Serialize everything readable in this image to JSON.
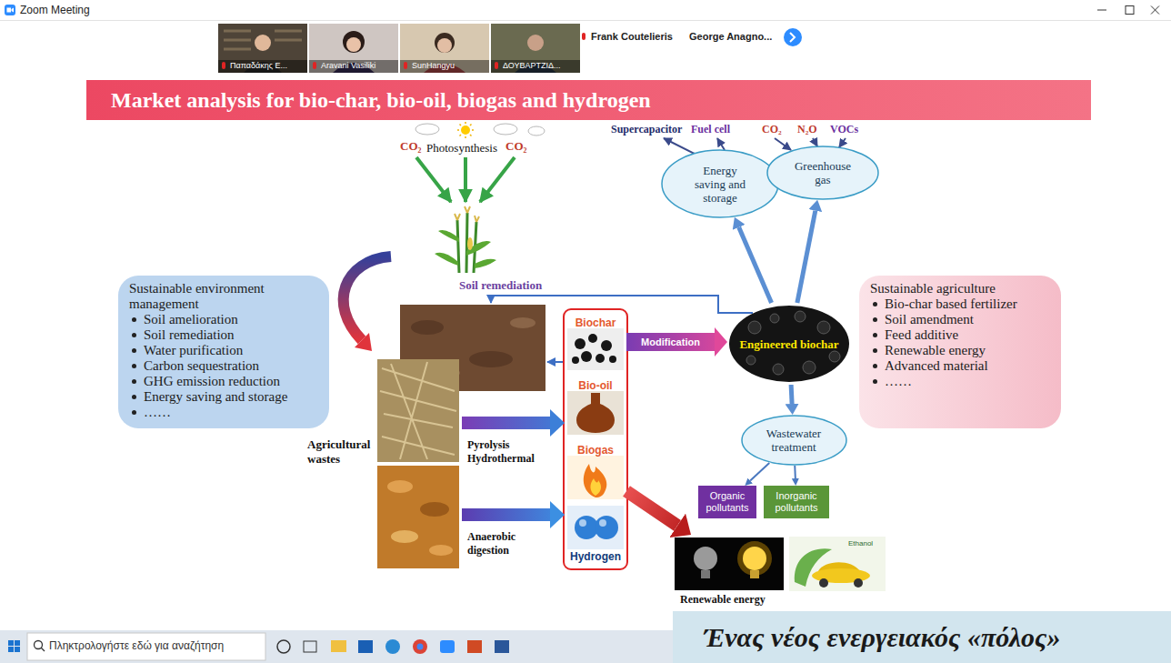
{
  "diagram": {
    "title": "Market analysis for bio-char, bio-oil, biogas and hydrogen",
    "nodes": [
      {
        "text": [
          "Energy saving and storage"
        ]
      },
      {
        "text": [
          "Greenhouse gas"
        ]
      },
      {
        "text": [
          "Sustainable environment management",
          "Soil amelioration",
          "Soil remediation",
          "Water purification",
          "Carbon sequestration",
          "GHG emission reduction",
          "Energy saving and storage",
          "……"
        ]
      },
      {
        "text": [
          "Biochar"
        ]
      },
      {
        "text": [
          "Bio-oil"
        ]
      },
      {
        "text": [
          "Biogas"
        ]
      },
      {
        "text": [
          "Hydrogen"
        ]
      },
      {
        "text": [
          "Engineered biochar"
        ]
      },
      {
        "text": [
          "Sustainable agriculture",
          "Bio-char based fertilizer",
          "Soil amendment",
          "Feed additive",
          "Renewable energy",
          "Advanced material",
          "……"
        ]
      },
      {
        "text": [
          "Wastewater treatment"
        ]
      },
      {
        "text": [
          "Organic pollutants"
        ]
      },
      {
        "text": [
          "Inorganic pollutants"
        ]
      },
      {
        "text": [
          "Agricultural wastes"
        ]
      },
      {
        "text": [
          "Renewable energy"
        ]
      },
      {
        "text": [
          "Ένας νέος ενεργειακός «πόλος»"
        ]
      }
    ],
    "edges": [
      {
        "from": 12,
        "to": 4,
        "label": "Pyrolysis Hydrothermal",
        "arrow": "to"
      },
      {
        "from": 12,
        "to": 6,
        "label": "Anaerobic digestion",
        "arrow": "to"
      },
      {
        "from": 3,
        "to": 7,
        "label": "Modification",
        "arrow": "to"
      },
      {
        "from": 7,
        "to": 0,
        "arrow": "to"
      },
      {
        "from": 7,
        "to": 1,
        "arrow": "to"
      },
      {
        "from": 7,
        "to": 9,
        "arrow": "to"
      },
      {
        "from": 9,
        "to": 10,
        "arrow": "to"
      },
      {
        "from": 9,
        "to": 11,
        "arrow": "to"
      },
      {
        "from": 5,
        "to": 13,
        "arrow": "to"
      }
    ],
    "labels": [
      "Zoom Meeting",
      "Παπαδάκης Ε...",
      "Aravani Vasiliki",
      "SunHangyu",
      "ΔΟΥΒΑΡΤΖΙΔ...",
      "Frank Coutelieris",
      "George Anagno...",
      "CO₂",
      "Photosynthesis",
      "CO₂",
      "Supercapacitor",
      "Fuel cell",
      "CO₂",
      "N₂O",
      "VOCs",
      "Soil remediation",
      "Ethanol",
      "Πληκτρολογήστε εδώ για αναζήτηση"
    ]
  }
}
